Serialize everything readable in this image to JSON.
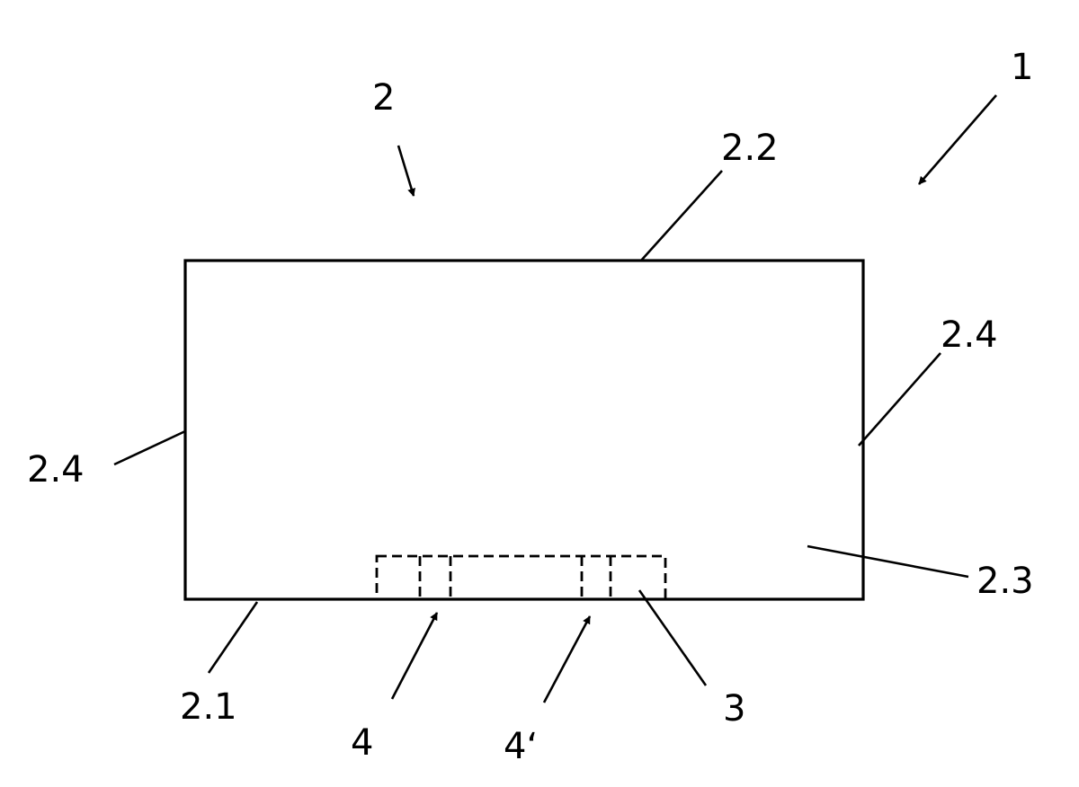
{
  "figure": {
    "labels": {
      "ref_1": "1",
      "ref_2": "2",
      "ref_2_2": "2.2",
      "ref_2_4_right": "2.4",
      "ref_2_4_left": "2.4",
      "ref_2_3": "2.3",
      "ref_2_1": "2.1",
      "ref_4": "4",
      "ref_4_prime": "4‘",
      "ref_3": "3"
    }
  }
}
